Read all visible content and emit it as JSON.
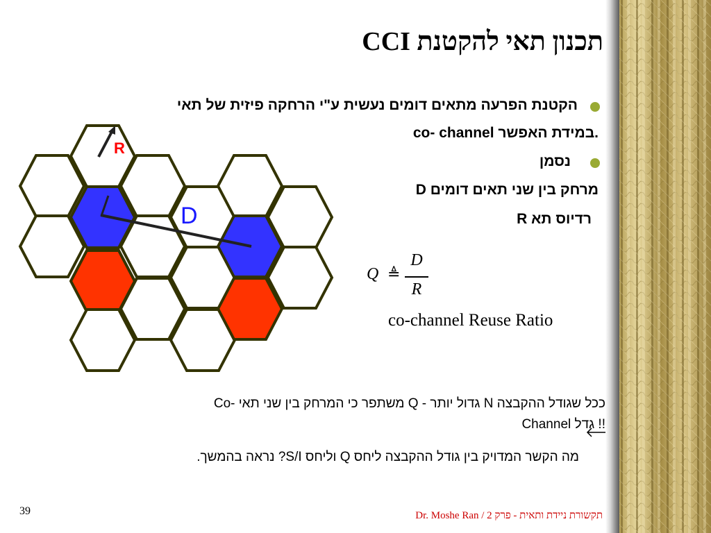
{
  "slide": {
    "title": "תכנון תאי להקטנת  CCI",
    "bullets": [
      {
        "line1": "הקטנת הפרעה מתאים דומים נעשית  ע\"י הרחקה פיזית של תאי",
        "line2": "co- channel במידת האפשר."
      },
      {
        "line1": "נסמן"
      }
    ],
    "definitions": [
      "D מרחק בין שני תאים דומים",
      "R רדיוס תא"
    ],
    "formula": {
      "lhs": "Q",
      "symbol": "≜",
      "numerator": "D",
      "denominator": "R",
      "caption": "co-channel Reuse Ratio"
    },
    "diagram": {
      "label_R": "R",
      "label_D": "D"
    },
    "note_lines": [
      "ככל שגודל ההקבצה N גדול יותר -  Q משתפר כי המרחק בין שני תאי -Co",
      "Channel גדל !!"
    ],
    "question": "מה הקשר המדויק בין גודל ההקבצה ליחס  Q וליחס  S/I?   נראה בהמשך.",
    "page_number": "39",
    "footer": "Dr. Moshe Ran / תקשורת ניידת ותאית  -  פרק 2"
  },
  "colors": {
    "blue_cell": "#3333ff",
    "red_cell": "#ff3300",
    "hex_border": "#333300",
    "bullet": "#99aa33",
    "footer_text": "#cc0000",
    "label_R": "#ff0000",
    "label_D": "#1a1aff"
  }
}
